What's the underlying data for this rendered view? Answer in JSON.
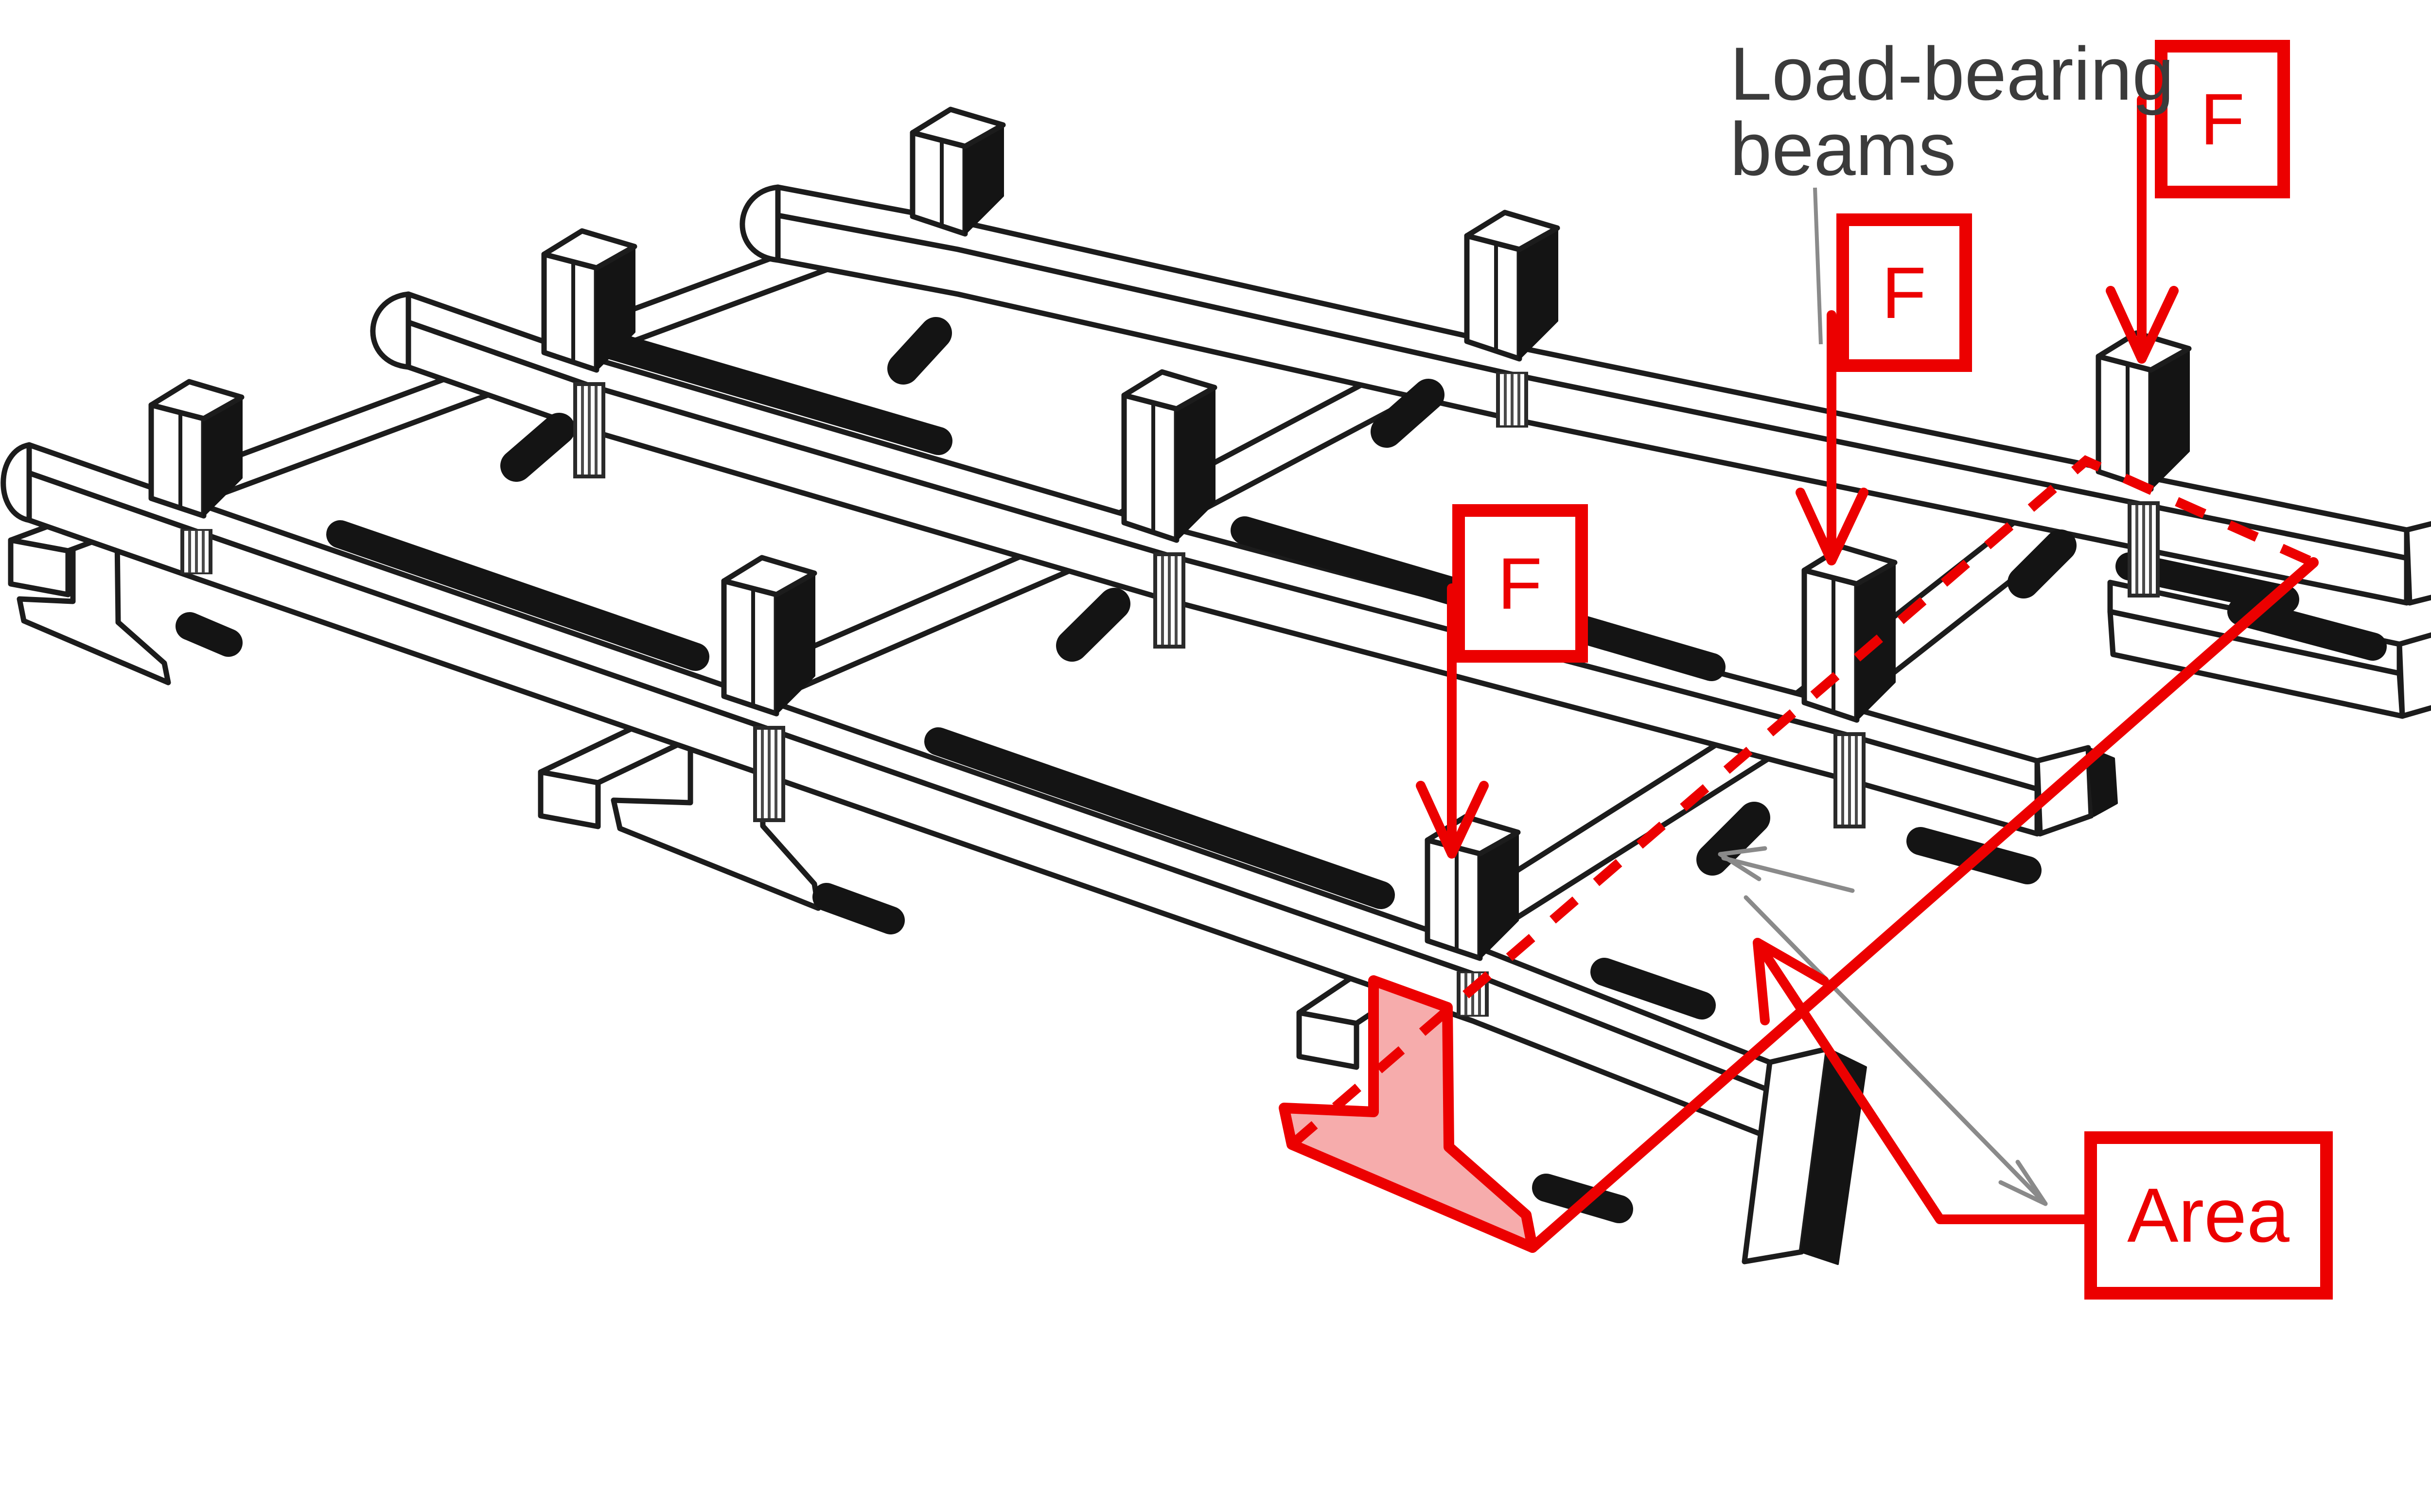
{
  "figure": {
    "label": {
      "line1": "Load-bearing",
      "line2": "beams"
    },
    "force_labels": [
      "F",
      "F",
      "F"
    ],
    "area_label": "Area"
  },
  "colors": {
    "annotation_red": "#ec0000",
    "tributary_fill_pink": "#f6acac",
    "drawing_ink": "#1c1c1c",
    "shadow_black": "#141414",
    "pencil_gray": "#8a8a8a",
    "label_text_gray": "#3b3b3b"
  }
}
